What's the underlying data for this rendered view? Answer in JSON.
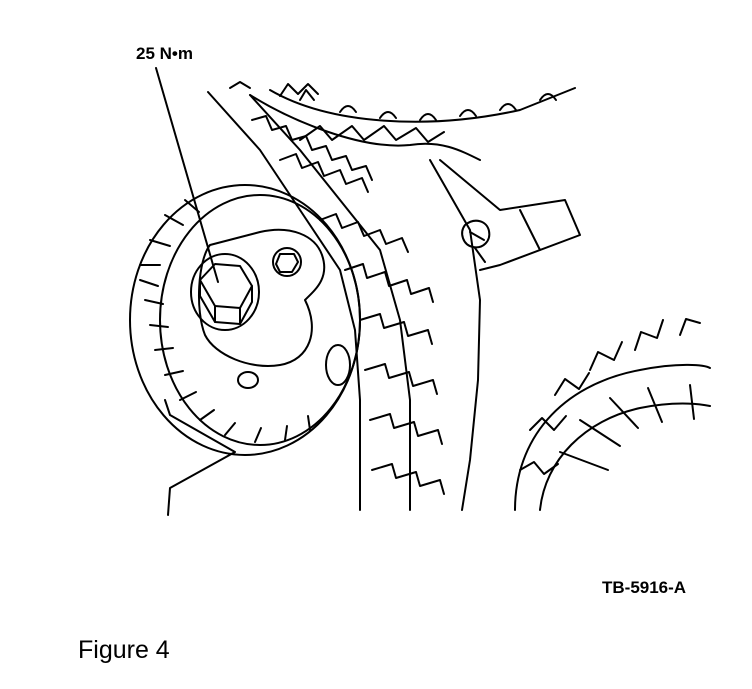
{
  "diagram": {
    "torque_label": "25 N•m",
    "reference_code": "TB-5916-A"
  },
  "caption": "Figure 4",
  "colors": {
    "line": "#000000",
    "background": "#ffffff"
  },
  "icons": [
    "tensioner-pulley-icon",
    "timing-belt-icon",
    "sprocket-icon",
    "bolt-icon"
  ]
}
